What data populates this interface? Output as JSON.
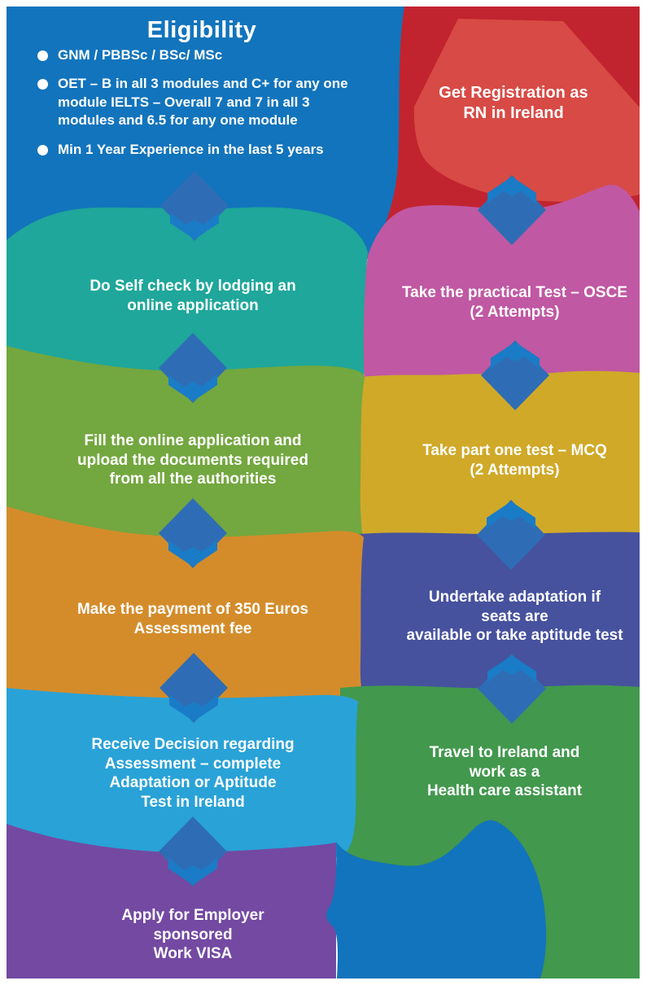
{
  "colors": {
    "background": "#ffffff",
    "text": "#ffffff",
    "blue": "#1274bc",
    "red_dark": "#c2242f",
    "red_light": "#d84a45",
    "teal": "#1ea79a",
    "magenta": "#c058a3",
    "green_mid": "#73a73f",
    "gold": "#d0a928",
    "orange": "#d48c2b",
    "indigo": "#46529e",
    "cyan": "#29a2d7",
    "green_dark": "#42984d",
    "purple": "#7449a2",
    "diamond": "#2e6db5",
    "chevron": "#1a7cc6"
  },
  "eligibility": {
    "title": "Eligibility",
    "bullets": [
      "GNM / PBBSc / BSc/ MSc",
      "OET  – B in all 3 modules and C+ for any one\nmodule IELTS – Overall 7 and 7 in all 3\nmodules and 6.5 for any one module",
      "Min 1 Year Experience in the last 5 years"
    ]
  },
  "goal": {
    "label": "Get Registration as\nRN in Ireland"
  },
  "steps": {
    "self_check": {
      "label": "Do Self check by lodging an\nonline application"
    },
    "fill_online": {
      "label": "Fill the online application and\nupload the documents required\nfrom all the authorities"
    },
    "payment": {
      "label": "Make the payment of 350 Euros\nAssessment fee"
    },
    "decision": {
      "label": "Receive Decision regarding\nAssessment – complete\nAdaptation or Aptitude\nTest in Ireland"
    },
    "visa": {
      "label": "Apply for Employer\nsponsored\nWork VISA"
    },
    "travel": {
      "label": "Travel to Ireland and\nwork as a\nHealth care assistant"
    },
    "adaptation": {
      "label": "Undertake adaptation if\nseats are\navailable or take aptitude test"
    },
    "mcq": {
      "label": "Take part one test – MCQ\n(2 Attempts)"
    },
    "osce": {
      "label": "Take the practical Test – OSCE\n(2 Attempts)"
    }
  }
}
